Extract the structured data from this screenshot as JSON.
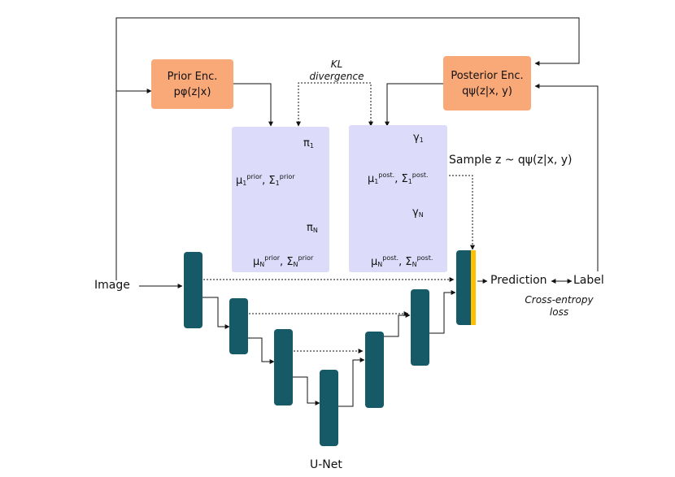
{
  "prior_encoder": {
    "title": "Prior Enc.",
    "formula": "pφ(z|x)"
  },
  "posterior_encoder": {
    "title": "Posterior Enc.",
    "formula": "qψ(z|x, y)"
  },
  "kl": {
    "line1": "KL",
    "line2": "divergence"
  },
  "prior_panel": {
    "weight_1": "π",
    "weight_1_sub": "1",
    "mu_1": "μ",
    "mu_1_sub": "1",
    "mu_1_sup": "prior",
    "sigma_1": "Σ",
    "sigma_1_sub": "1",
    "sigma_1_sup": "prior",
    "weight_n": "π",
    "weight_n_sub": "N",
    "mu_n": "μ",
    "mu_n_sub": "N",
    "mu_n_sup": "prior",
    "sigma_n": "Σ",
    "sigma_n_sub": "N",
    "sigma_n_sup": "prior"
  },
  "posterior_panel": {
    "weight_1": "γ",
    "weight_1_sub": "1",
    "mu_1": "μ",
    "mu_1_sub": "1",
    "mu_1_sup": "post.",
    "sigma_1": "Σ",
    "sigma_1_sub": "1",
    "sigma_1_sup": "post.",
    "weight_n": "γ",
    "weight_n_sub": "N",
    "mu_n": "μ",
    "mu_n_sub": "N",
    "mu_n_sup": "post.",
    "sigma_n": "Σ",
    "sigma_n_sub": "N",
    "sigma_n_sup": "post."
  },
  "sample": "Sample z ~ qψ(z|x, y)",
  "input_label": "Image",
  "prediction_label": "Prediction",
  "target_label": "Label",
  "loss": {
    "line1": "Cross-entropy",
    "line2": "loss"
  },
  "network_label": "U-Net",
  "colors": {
    "encoder_box": "#f9a878",
    "gmm_panel": "#dcdcfa",
    "unet_block": "#175a67",
    "highlight_bar": "#ffc000",
    "ellipse_outer": "#a6a2de",
    "ellipse_mid": "#8a84d0",
    "ellipse_inner": "#6e66bf"
  }
}
